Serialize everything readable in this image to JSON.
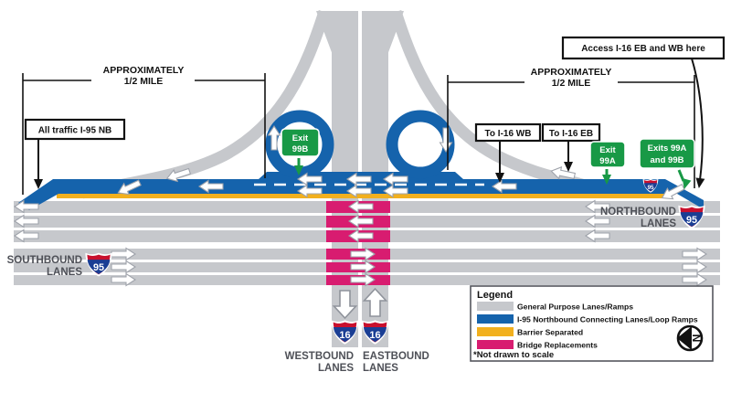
{
  "colors": {
    "road_gray": "#C6C8CC",
    "i95_blue": "#1563AC",
    "barrier_yellow": "#F2B01E",
    "bridge_pink": "#D81C70",
    "sign_green": "#189946",
    "label_gray": "#4E5057"
  },
  "dimensions": {
    "left": {
      "line1": "APPROXIMATELY",
      "line2": "1/2 MILE"
    },
    "right": {
      "line1": "APPROXIMATELY",
      "line2": "1/2 MILE"
    }
  },
  "callouts": {
    "all_traffic": "All traffic I-95 NB",
    "to_i16_wb": "To I-16 WB",
    "to_i16_eb": "To I-16 EB",
    "access": "Access I-16 EB and WB here"
  },
  "exit_signs": {
    "exit_99b": {
      "line1": "Exit",
      "line2": "99B"
    },
    "exit_99a": {
      "line1": "Exit",
      "line2": "99A"
    },
    "exits_99a_99b": {
      "line1": "Exits 99A",
      "line2": "and 99B"
    }
  },
  "lane_labels": {
    "northbound": {
      "line1": "NORTHBOUND",
      "line2": "LANES"
    },
    "southbound": {
      "line1": "SOUTHBOUND",
      "line2": "LANES"
    },
    "westbound": {
      "line1": "WESTBOUND",
      "line2": "LANES"
    },
    "eastbound": {
      "line1": "EASTBOUND",
      "line2": "LANES"
    }
  },
  "shields": {
    "i95": "95",
    "i16": "16"
  },
  "legend": {
    "title": "Legend",
    "items": [
      {
        "label": "General Purpose Lanes/Ramps",
        "color": "#C6C8CC"
      },
      {
        "label": "I-95 Northbound Connecting Lanes/Loop Ramps",
        "color": "#1563AC"
      },
      {
        "label": "Barrier Separated",
        "color": "#F2B01E"
      },
      {
        "label": "Bridge Replacements",
        "color": "#D81C70"
      }
    ],
    "note": "*Not drawn to scale",
    "compass_letter": "N"
  }
}
